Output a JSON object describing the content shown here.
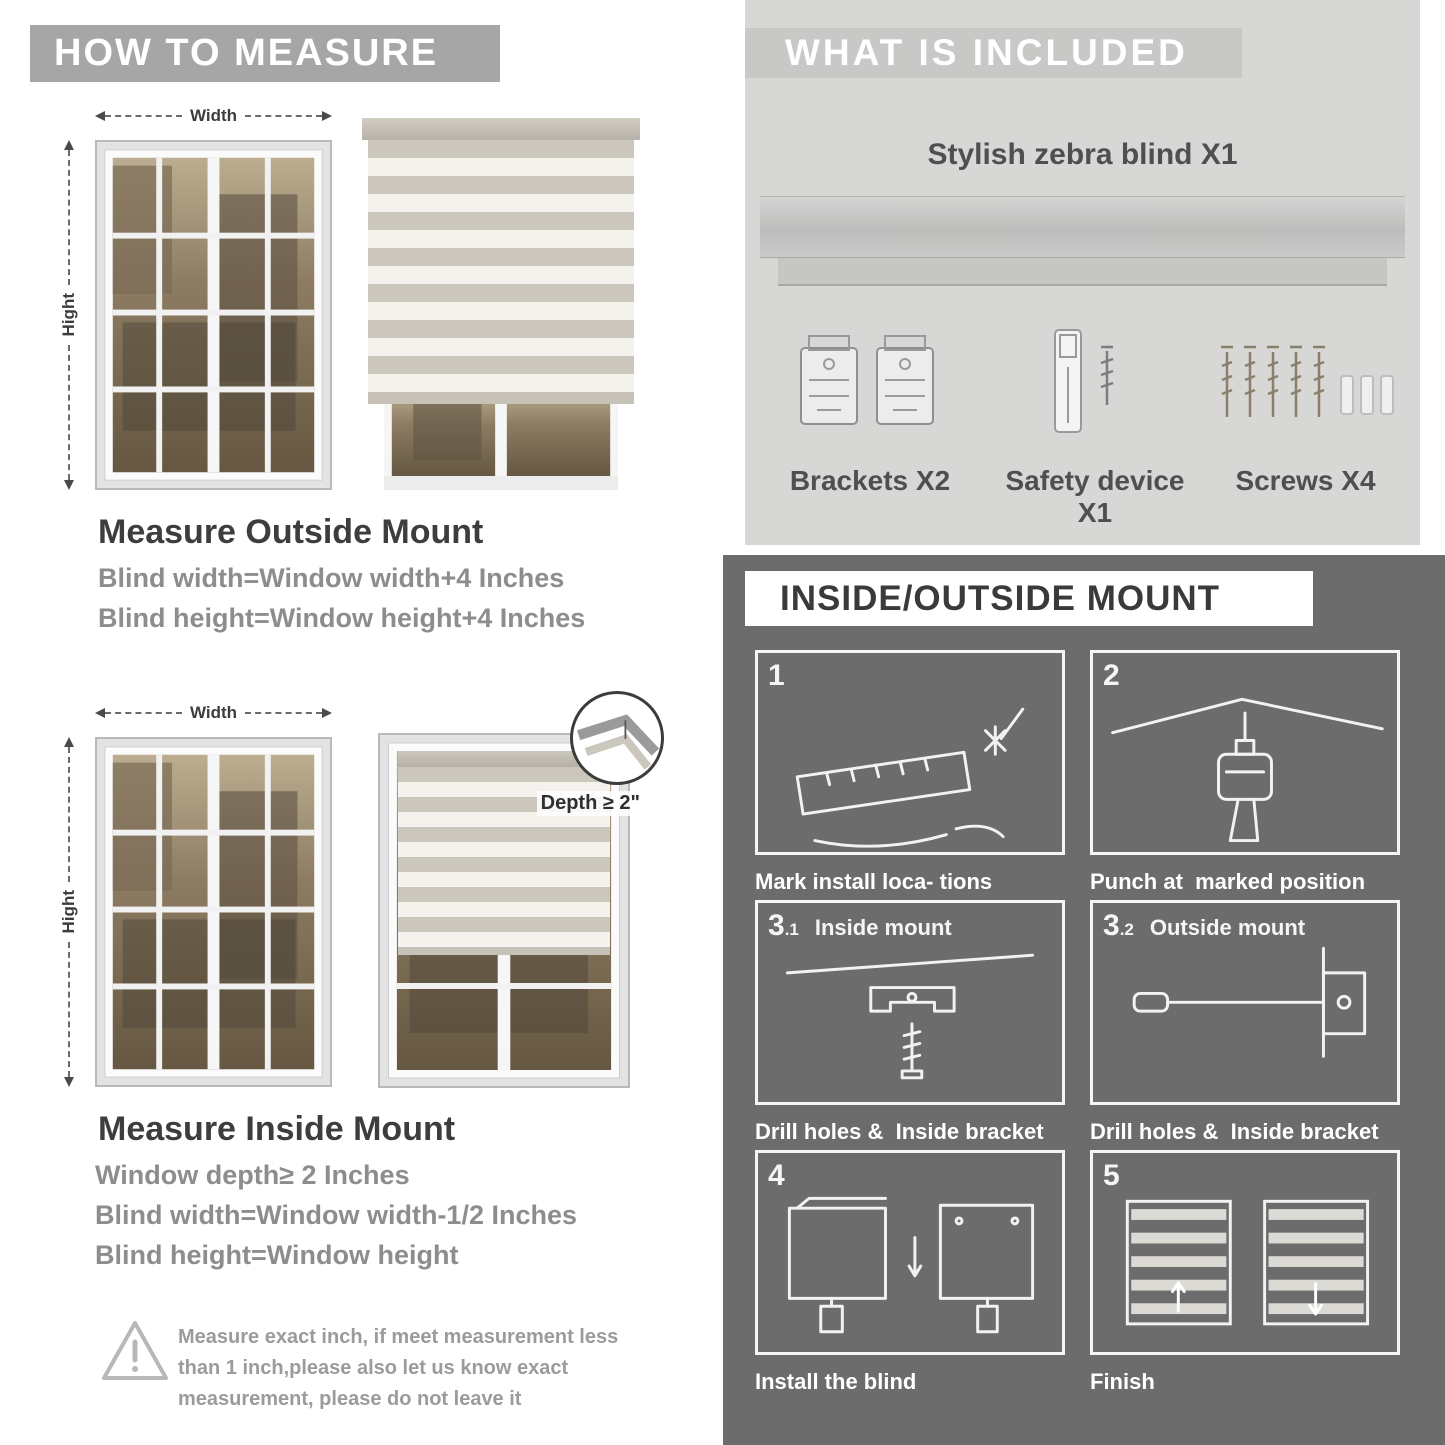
{
  "left": {
    "header": "HOW TO MEASURE",
    "outside": {
      "width_label": "Width",
      "height_label": "Hight",
      "title": "Measure Outside Mount",
      "lines": [
        "Blind width=Window width+4 Inches",
        "Blind height=Window height+4 Inches"
      ]
    },
    "inside": {
      "width_label": "Width",
      "height_label": "Hight",
      "depth_label": "Depth ≥ 2\"",
      "title": "Measure Inside Mount",
      "lines": [
        "Window depth≥ 2 Inches",
        "Blind width=Window width-1/2 Inches",
        "Blind height=Window height"
      ]
    },
    "note": {
      "text": "Measure exact inch, if meet measurement less than 1 inch,please also let us know exact measurement, please do not leave it"
    }
  },
  "right": {
    "included": {
      "header": "WHAT IS INCLUDED",
      "product_label": "Stylish zebra blind X1",
      "items": [
        {
          "name": "brackets",
          "label": "Brackets X2"
        },
        {
          "name": "safety-device",
          "label": "Safety device X1"
        },
        {
          "name": "screws",
          "label": "Screws X4"
        }
      ]
    },
    "mount": {
      "header": "INSIDE/OUTSIDE MOUNT",
      "steps": [
        {
          "num": "1",
          "caption": "Mark install loca- tions"
        },
        {
          "num": "2",
          "caption": "Punch at  marked position"
        },
        {
          "num": "3",
          "sub": ".1",
          "title": "Inside mount",
          "caption": "Drill holes &  Inside bracket"
        },
        {
          "num": "3",
          "sub": ".2",
          "title": "Outside mount",
          "caption": "Drill holes &  Inside bracket"
        },
        {
          "num": "4",
          "caption": "Install the blind"
        },
        {
          "num": "5",
          "caption": "Finish"
        }
      ]
    }
  },
  "colors": {
    "header_gray": "#a6a6a6",
    "included_bg": "#d7d7d6",
    "included_header_bg": "#c8c8c7",
    "dark_bg": "#6c6c6c",
    "title_dark": "#3d3d3d",
    "formula_gray": "#8d8d8d",
    "blind_stripe": "#cbc7bd",
    "blind_light": "#f4f2ec"
  }
}
